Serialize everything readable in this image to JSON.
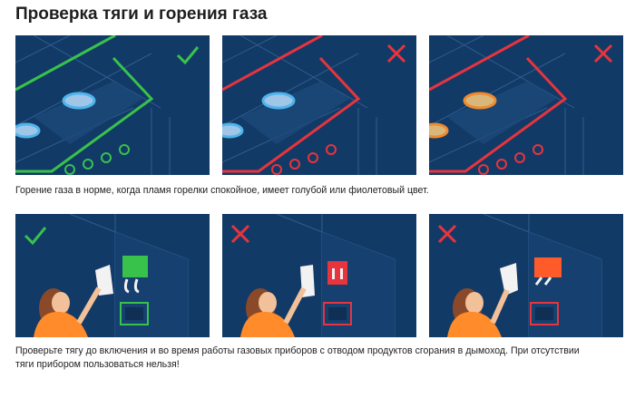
{
  "title": "Проверка тяги и горения газа",
  "caption_top": "Горение газа в норме, когда пламя горелки спокойное, имеет голубой или фиолетовый цвет.",
  "caption_bottom_line1": "Проверьте тягу до включения и во время работы газовых приборов с отводом продуктов сгорания в дымоход. При отсутствии",
  "caption_bottom_line2": "тяги прибором пользоваться нельзя!",
  "colors": {
    "panel_bg": "#123a67",
    "line": "#2f5d8f",
    "ok": "#39c24b",
    "bad": "#e8343c",
    "flame_blue": "#4fb4ec",
    "flame_orange": "#f08a2c",
    "sheet_white": "#f2f2f2",
    "sheet_red": "#ff5a2a"
  },
  "panels_top": [
    {
      "status": "ok-icon",
      "frame": "green",
      "flame": "blue"
    },
    {
      "status": "cross-icon",
      "frame": "red",
      "flame": "blue"
    },
    {
      "status": "cross-icon",
      "frame": "red",
      "flame": "orange"
    }
  ],
  "panels_bottom": [
    {
      "status": "ok-icon",
      "sign": "green",
      "paper": "deflected"
    },
    {
      "status": "cross-icon",
      "sign": "red",
      "paper": "straight"
    },
    {
      "status": "cross-icon",
      "sign": "orange",
      "paper": "outward"
    }
  ]
}
